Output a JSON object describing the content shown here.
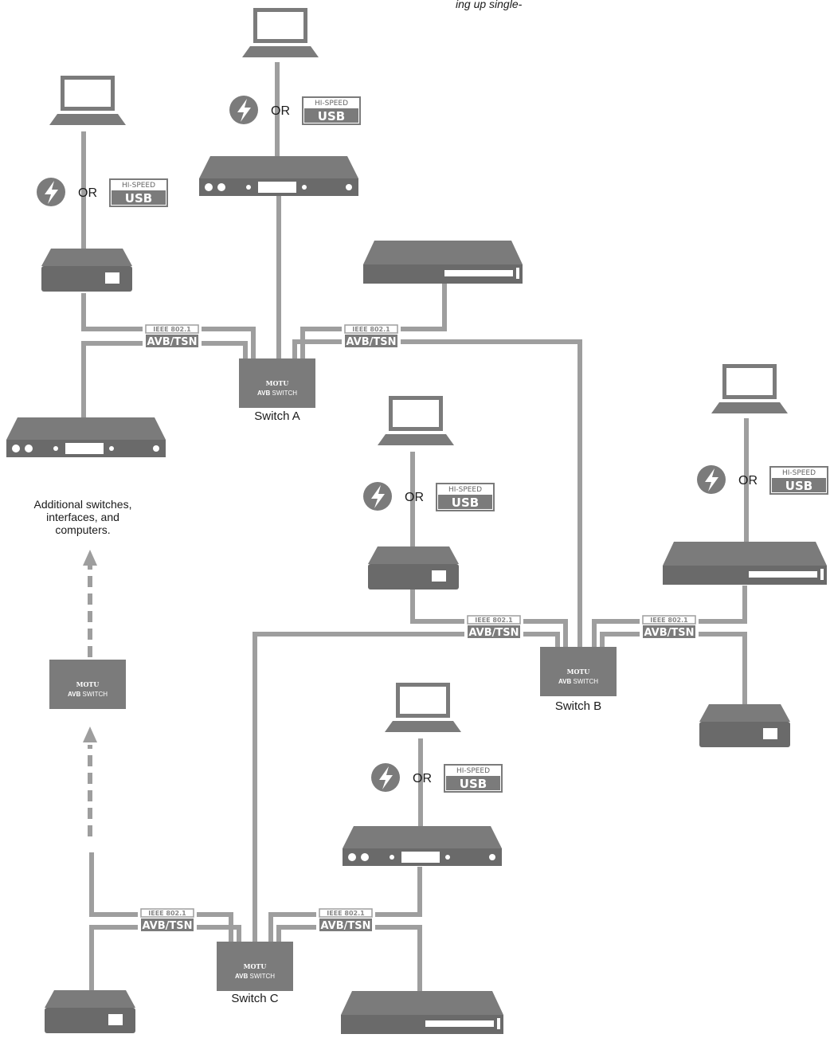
{
  "colors": {
    "device": "#7b7b7b",
    "device_dark": "#6a6a6a",
    "cable": "#9e9e9e",
    "text": "#1a1a1a"
  },
  "header_fragment": "ing up single-",
  "link_badge": {
    "line1": "IEEE 802.1",
    "line2": "AVB/TSN"
  },
  "host_link": {
    "or_label": "OR",
    "usb_top": "HI-SPEED",
    "usb_bottom": "USB",
    "thunderbolt_icon": "thunderbolt-icon"
  },
  "switch": {
    "brand": "MOTU",
    "model_a": "AVB",
    "model_b": "SWITCH"
  },
  "switches": {
    "a": "Switch A",
    "b": "Switch B",
    "c": "Switch C"
  },
  "additional_note": [
    "Additional switches,",
    "interfaces, and",
    "computers."
  ]
}
